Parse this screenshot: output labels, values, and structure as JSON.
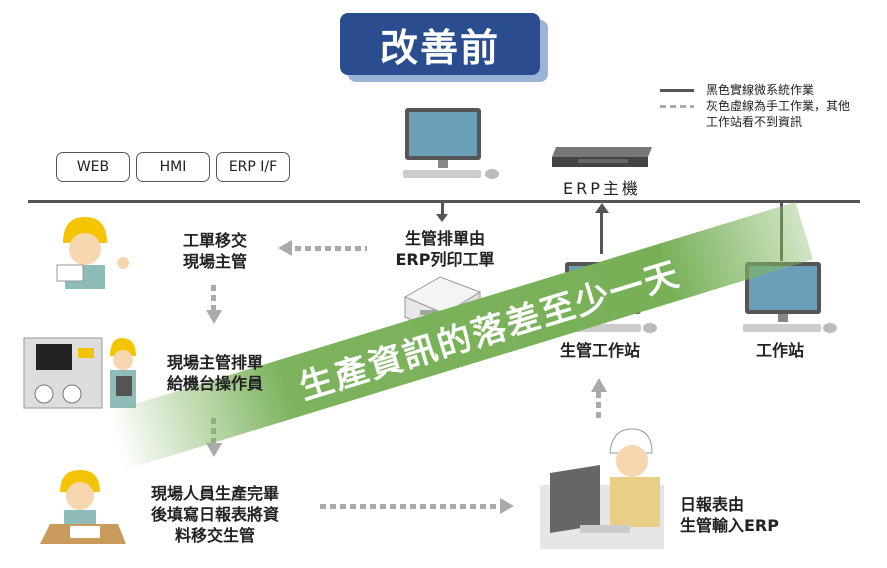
{
  "title": "改善前",
  "legend": {
    "solid": "黑色實線微系統作業",
    "dashed_line1": "灰色虛線為手工作業，其他",
    "dashed_line2": "工作站看不到資訊"
  },
  "systems": [
    "WEB",
    "HMI",
    "ERP I/F"
  ],
  "erp_host": "ERP主機",
  "steps": {
    "print": [
      "生管排單由",
      "ERP列印工單"
    ],
    "handover": [
      "工單移交",
      "現場主管"
    ],
    "assign": [
      "現場主管排單",
      "給機台操作員"
    ],
    "report": [
      "現場人員生產完畢",
      "後填寫日報表將資",
      "料移交生管"
    ],
    "input": [
      "日報表由",
      "生管輸入ERP"
    ]
  },
  "workstations": {
    "pc": "生管工作站",
    "ws": "工作站"
  },
  "banner": "生產資訊的落差至少一天",
  "colors": {
    "title_bg": "#2a4d8f",
    "banner": "#7cb35c"
  }
}
